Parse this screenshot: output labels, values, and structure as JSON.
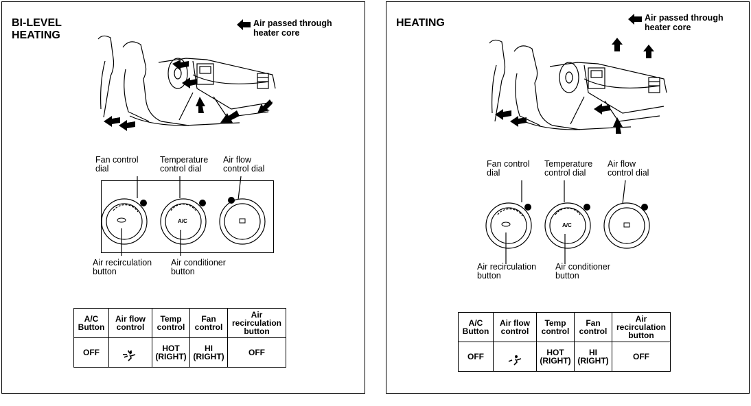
{
  "panels": [
    {
      "title": "BI-LEVEL\nHEATING",
      "legend": "Air passed through\nheater core",
      "callouts": {
        "fan": "Fan control\ndial",
        "temp": "Temperature\ncontrol dial",
        "airflow": "Air flow\ncontrol dial",
        "recirc": "Air recirculation\nbutton",
        "ac": "Air conditioner\nbutton"
      },
      "dial_label": "A/C",
      "table": {
        "headers": [
          "A/C\nButton",
          "Air flow\ncontrol",
          "Temp\ncontrol",
          "Fan\ncontrol",
          "Air\nrecirculation\nbutton"
        ],
        "values": [
          "OFF",
          "",
          "HOT\n(RIGHT)",
          "HI\n(RIGHT)",
          "OFF"
        ]
      }
    },
    {
      "title": "HEATING",
      "legend": "Air passed through\nheater core",
      "callouts": {
        "fan": "Fan control\ndial",
        "temp": "Temperature\ncontrol dial",
        "airflow": "Air flow\ncontrol dial",
        "recirc": "Air recirculation\nbutton",
        "ac": "Air conditioner\nbutton"
      },
      "dial_label": "A/C",
      "table": {
        "headers": [
          "A/C\nButton",
          "Air flow\ncontrol",
          "Temp\ncontrol",
          "Fan\ncontrol",
          "Air\nrecirculation\nbutton"
        ],
        "values": [
          "OFF",
          "",
          "HOT\n(RIGHT)",
          "HI\n(RIGHT)",
          "OFF"
        ]
      }
    }
  ],
  "icons": {
    "legend_arrow": "left-arrow-icon",
    "airflow_mode_left": "bi-level-vent-icon",
    "airflow_mode_right": "foot-vent-icon"
  }
}
